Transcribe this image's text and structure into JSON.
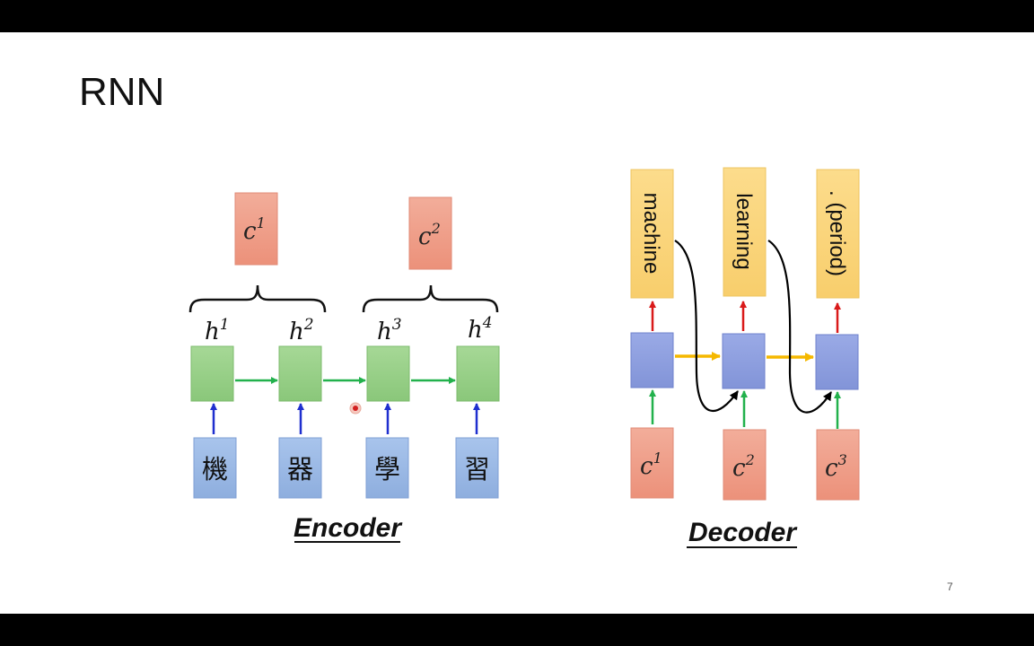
{
  "slide": {
    "title": "RNN",
    "page_number": "7"
  },
  "encoder": {
    "label": "Encoder",
    "inputs": [
      "機",
      "器",
      "學",
      "習"
    ],
    "hidden": [
      {
        "base": "h",
        "sup": "1"
      },
      {
        "base": "h",
        "sup": "2"
      },
      {
        "base": "h",
        "sup": "3"
      },
      {
        "base": "h",
        "sup": "4"
      }
    ],
    "contexts": [
      {
        "base": "c",
        "sup": "1"
      },
      {
        "base": "c",
        "sup": "2"
      }
    ]
  },
  "decoder": {
    "label": "Decoder",
    "outputs": [
      "machine",
      "learning",
      ". (period)"
    ],
    "contexts": [
      {
        "base": "c",
        "sup": "1"
      },
      {
        "base": "c",
        "sup": "2"
      },
      {
        "base": "c",
        "sup": "3"
      }
    ]
  },
  "colors": {
    "input_box": "#9bb8e3",
    "hidden_box": "#98d08a",
    "context_box": "#f0a08c",
    "output_box": "#fbd57d",
    "decoder_cell": "#8f9fe0",
    "green_arrow": "#22b14c",
    "blue_arrow": "#1f2fcf",
    "red_arrow": "#d91a1a",
    "yellow_arrow": "#f5b800"
  }
}
